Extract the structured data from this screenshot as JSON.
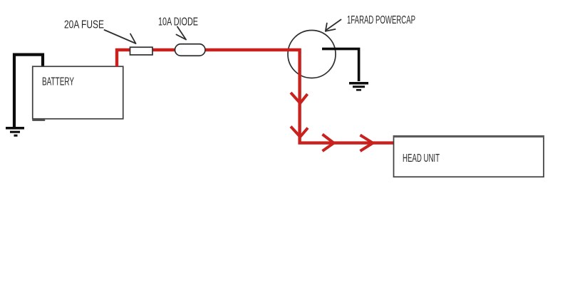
{
  "diagram": {
    "type": "wiring-diagram",
    "labels": {
      "battery": "BATTERY",
      "fuse": "20A FUSE",
      "diode": "10A DIODE",
      "powercap": "1FARAD POWERCAP",
      "head_unit": "HEAD UNIT"
    },
    "components": [
      {
        "name": "battery",
        "label": "BATTERY",
        "symbol": "rectangle"
      },
      {
        "name": "fuse",
        "label": "20A FUSE",
        "symbol": "small-rectangle"
      },
      {
        "name": "diode",
        "label": "10A DIODE",
        "symbol": "stadium"
      },
      {
        "name": "powercap",
        "label": "1FARAD POWERCAP",
        "symbol": "circle"
      },
      {
        "name": "head-unit",
        "label": "HEAD UNIT",
        "symbol": "rectangle"
      },
      {
        "name": "ground-symbol",
        "symbol": "ground",
        "count": 2
      }
    ],
    "connections": [
      "battery + -> fuse -> diode -> powercap (red hot wire)",
      "powercap -> head unit (red wire with direction arrows)",
      "battery - -> ground (black wire)",
      "powercap -> ground (black wire)"
    ],
    "colors": {
      "hot_wire": "#c8211e",
      "ground_wire": "#0c0c0c",
      "outline": "#2e2e2e",
      "box_border": "#3d3d3d",
      "text": "#272727",
      "background": "#ffffff"
    }
  }
}
